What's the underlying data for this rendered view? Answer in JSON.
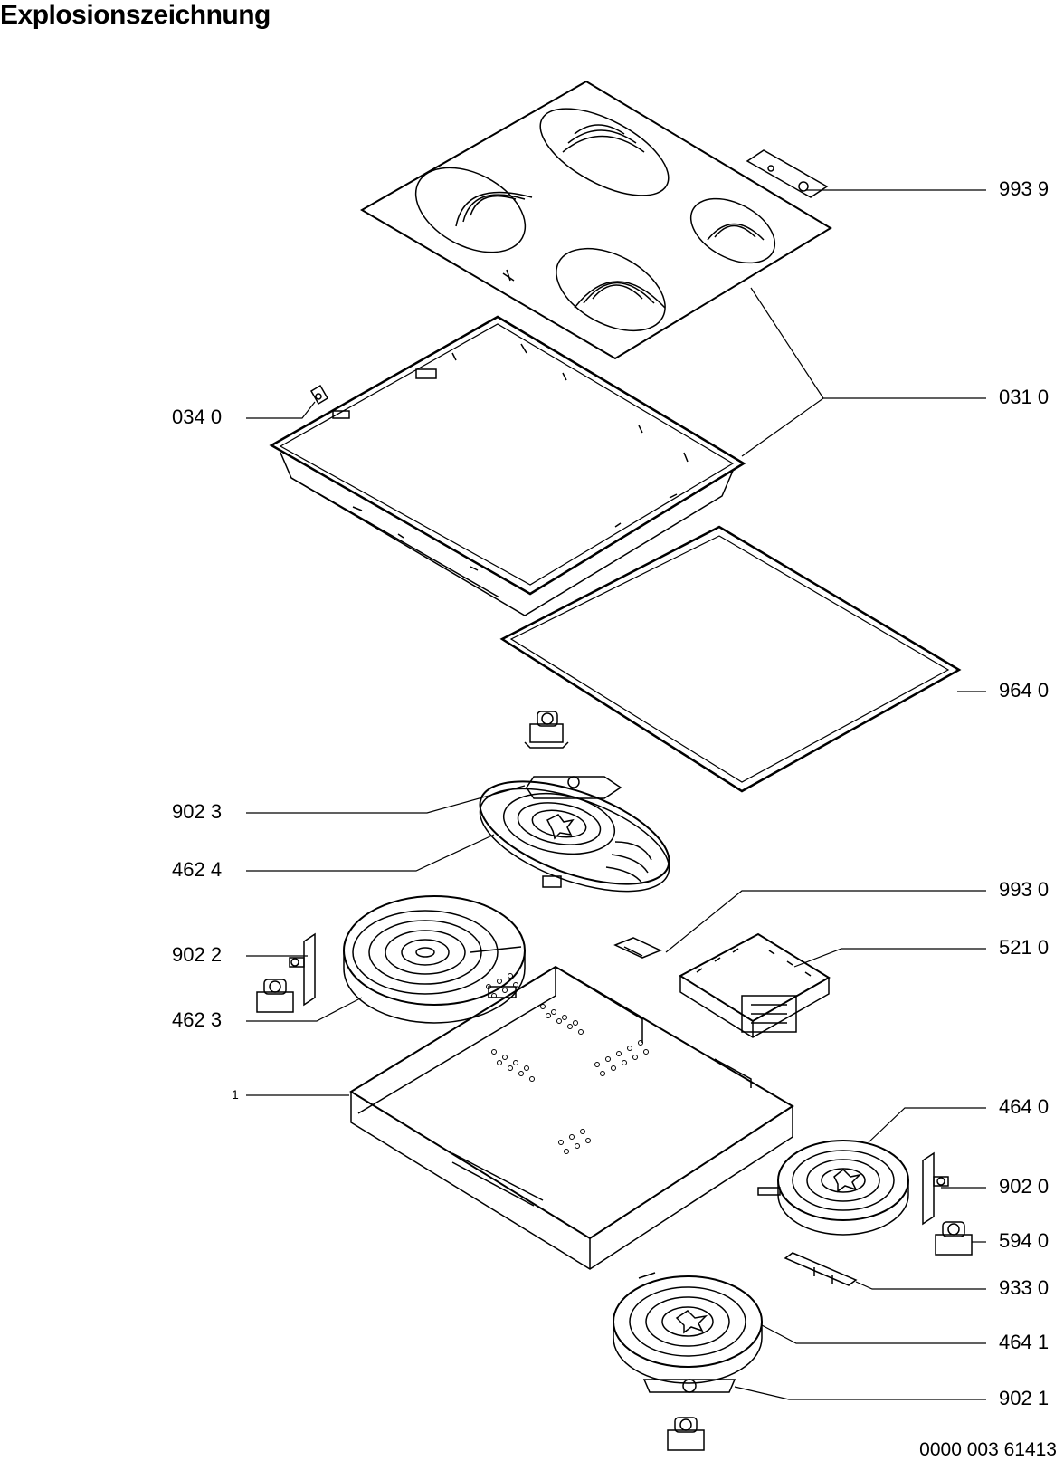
{
  "title": "Explosionszeichnung",
  "document_number": "0000 003 61413",
  "labels": {
    "l_9939": "993 9",
    "l_0310": "031 0",
    "l_0340": "034 0",
    "l_9640": "964 0",
    "l_9023": "902 3",
    "l_4624": "462 4",
    "l_9930": "993 0",
    "l_9022": "902 2",
    "l_5210": "521 0",
    "l_4623": "462 3",
    "l_1": "1",
    "l_4640": "464 0",
    "l_9020": "902 0",
    "l_5940": "594 0",
    "l_9330": "933 0",
    "l_4641": "464 1",
    "l_9021": "902 1"
  }
}
